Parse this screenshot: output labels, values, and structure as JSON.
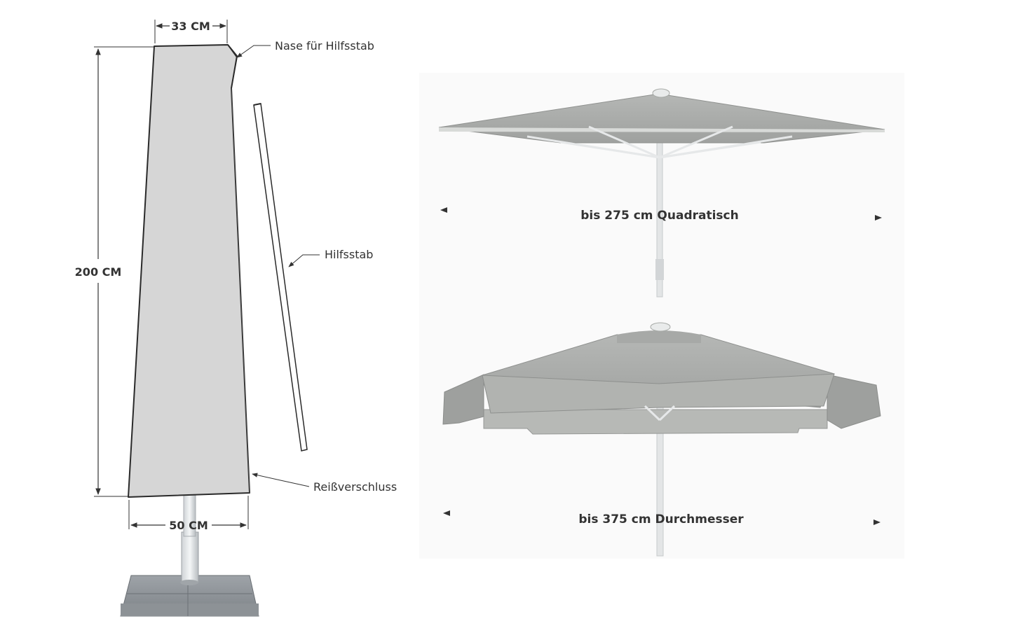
{
  "dimensions": {
    "top_width": "33 CM",
    "height": "200 CM",
    "bottom_width": "50 CM"
  },
  "annotations": {
    "nose": "Nase für Hilfsstab",
    "rod": "Hilfsstab",
    "zipper": "Reißverschluss"
  },
  "umbrellas": {
    "square_caption": "bis 275 cm Quadratisch",
    "round_caption": "bis 375 cm Durchmesser"
  },
  "colors": {
    "cover_fill": "#d6d6d6",
    "canopy": "#a6a8a6",
    "canopy_dark": "#8e908e",
    "text": "#333333"
  }
}
